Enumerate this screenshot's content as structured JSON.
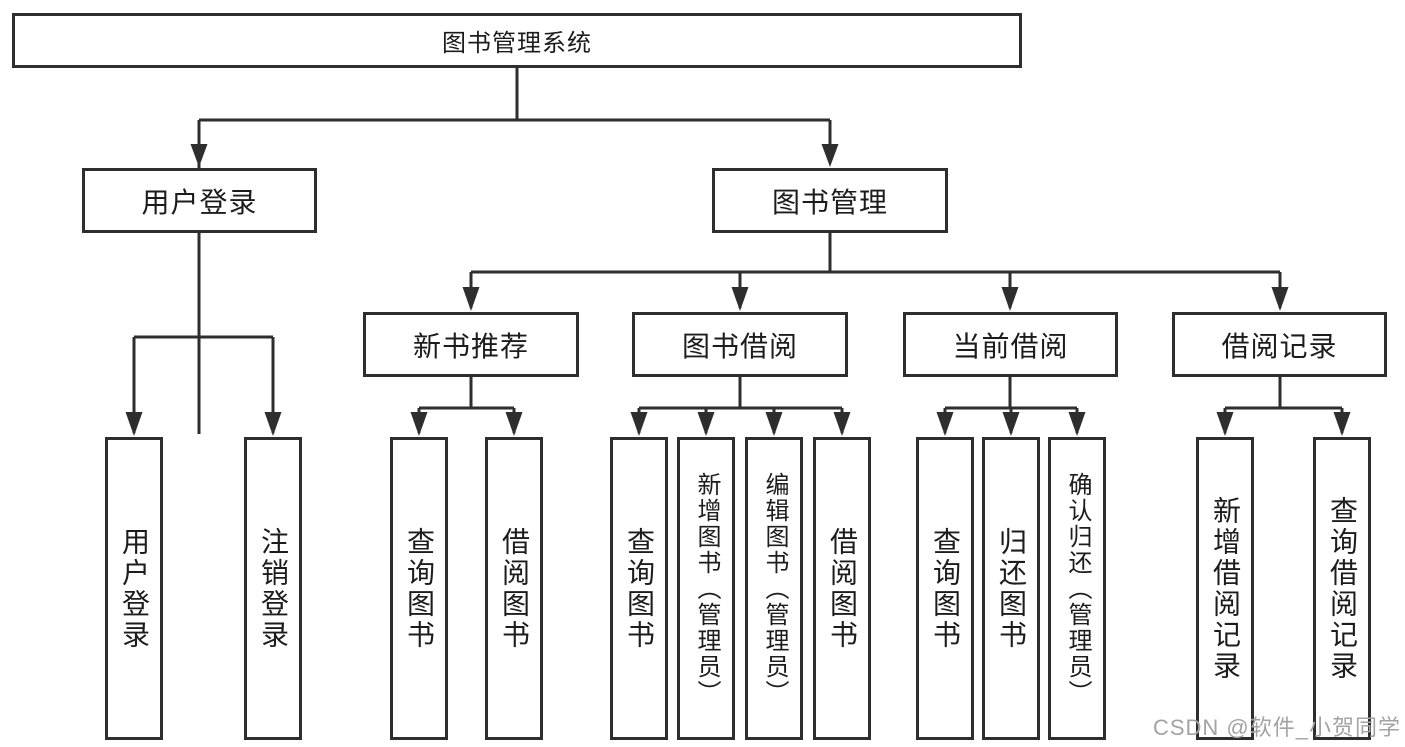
{
  "tree": {
    "root": {
      "label": "图书管理系统"
    },
    "level2": [
      {
        "label": "用户登录",
        "children": [
          {
            "label": "用户登录"
          },
          {
            "label": "注销登录"
          }
        ]
      },
      {
        "label": "图书管理",
        "children": [
          {
            "label": "新书推荐",
            "children": [
              {
                "label": "查询图书"
              },
              {
                "label": "借阅图书"
              }
            ]
          },
          {
            "label": "图书借阅",
            "children": [
              {
                "label": "查询图书"
              },
              {
                "label": "新增图书（管理员）"
              },
              {
                "label": "编辑图书（管理员）"
              },
              {
                "label": "借阅图书"
              }
            ]
          },
          {
            "label": "当前借阅",
            "children": [
              {
                "label": "查询图书"
              },
              {
                "label": "归还图书"
              },
              {
                "label": "确认归还（管理员）"
              }
            ]
          },
          {
            "label": "借阅记录",
            "children": [
              {
                "label": "新增借阅记录"
              },
              {
                "label": "查询借阅记录"
              }
            ]
          }
        ]
      }
    ]
  },
  "watermark": "CSDN @软件_小贺同学",
  "colors": {
    "line": "#2e2e2e",
    "box_border": "#2e2e2e",
    "box_fill": "#ffffff",
    "text": "#1c1c1c",
    "watermark": "#a3a3a3",
    "background": "#ffffff"
  }
}
